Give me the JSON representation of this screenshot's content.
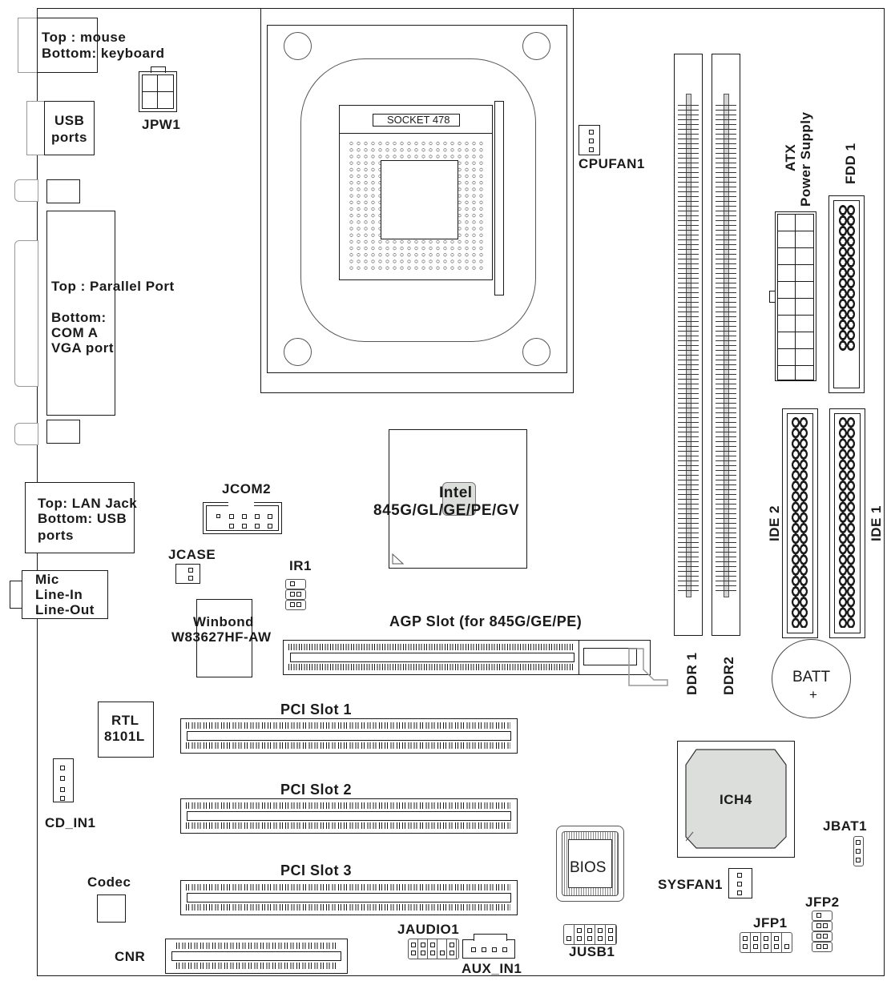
{
  "diagram": {
    "title": "Motherboard layout",
    "chipset_color": "#dcdedc"
  },
  "back_panel": {
    "ps2": {
      "line1": "Top : mouse",
      "line2": "Bottom: keyboard"
    },
    "usb": {
      "line1": "USB",
      "line2": "ports"
    },
    "parallel": {
      "line1": "Top : Parallel Port",
      "line2": "Bottom:",
      "line3": "COM A",
      "line4": "VGA port"
    },
    "lan": {
      "line1": "Top: LAN Jack",
      "line2": "Bottom: USB",
      "line3": "ports"
    },
    "audio": {
      "line1": "Mic",
      "line2": "Line-In",
      "line3": "Line-Out"
    }
  },
  "components": {
    "jpw1": "JPW1",
    "socket": "SOCKET 478",
    "cpufan1": "CPUFAN1",
    "atx_power": {
      "line1": "ATX",
      "line2": "Power Supply"
    },
    "fdd1": "FDD 1",
    "ddr1": "DDR 1",
    "ddr2": "DDR2",
    "ide1": "IDE 1",
    "ide2": "IDE 2",
    "batt": {
      "line1": "BATT",
      "line2": "+"
    },
    "northbridge": {
      "line1": "Intel",
      "line2": "845G/GL/GE/PE/GV"
    },
    "jcom2": "JCOM2",
    "jcase": "JCASE",
    "ir1": "IR1",
    "superio": {
      "line1": "Winbond",
      "line2": "W83627HF-AW"
    },
    "agp": "AGP Slot (for 845G/GE/PE)",
    "rtl": {
      "line1": "RTL",
      "line2": "8101L"
    },
    "pci1": "PCI Slot 1",
    "pci2": "PCI Slot 2",
    "pci3": "PCI Slot 3",
    "cd_in1": "CD_IN1",
    "codec": "Codec",
    "cnr": "CNR",
    "jaudio1": "JAUDIO1",
    "aux_in1": "AUX_IN1",
    "bios": "BIOS",
    "jusb1": "JUSB1",
    "ich4": "ICH4",
    "sysfan1": "SYSFAN1",
    "jbat1": "JBAT1",
    "jfp1": "JFP1",
    "jfp2": "JFP2"
  }
}
